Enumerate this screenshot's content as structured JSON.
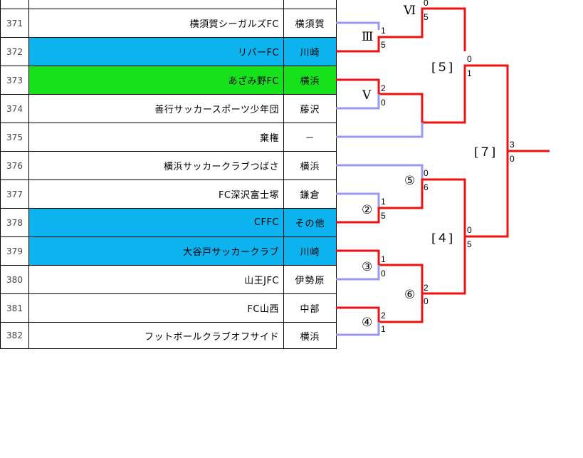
{
  "rows": [
    {
      "no": "371",
      "team": "横須賀シーガルズFC",
      "area": "横須賀",
      "color": "#ffffff"
    },
    {
      "no": "372",
      "team": "リバーFC",
      "area": "川崎",
      "color": "#0cb3ee"
    },
    {
      "no": "373",
      "team": "あざみ野FC",
      "area": "横浜",
      "color": "#15e21a"
    },
    {
      "no": "374",
      "team": "善行サッカースポーツ少年団",
      "area": "藤沢",
      "color": "#ffffff"
    },
    {
      "no": "375",
      "team": "棄権",
      "area": "－",
      "color": "#ffffff"
    },
    {
      "no": "376",
      "team": "横浜サッカークラブつばさ",
      "area": "横浜",
      "color": "#ffffff"
    },
    {
      "no": "377",
      "team": "FC深沢富士塚",
      "area": "鎌倉",
      "color": "#ffffff"
    },
    {
      "no": "378",
      "team": "CFFC",
      "area": "その他",
      "color": "#0cb3ee"
    },
    {
      "no": "379",
      "team": "大谷戸サッカークラブ",
      "area": "川崎",
      "color": "#0cb3ee"
    },
    {
      "no": "380",
      "team": "山王JFC",
      "area": "伊勢原",
      "color": "#ffffff"
    },
    {
      "no": "381",
      "team": "FC山西",
      "area": "中部",
      "color": "#ffffff"
    },
    {
      "no": "382",
      "team": "フットボールクラブオフサイド",
      "area": "横浜",
      "color": "#ffffff"
    }
  ],
  "bracket": {
    "colors": {
      "win": "#ee1111",
      "lose": "#9999ee"
    },
    "matches": {
      "III": {
        "label": "Ⅲ",
        "top": "1",
        "bottom": "5"
      },
      "V": {
        "label": "Ⅴ",
        "top": "2",
        "bottom": "0"
      },
      "VI": {
        "label": "Ⅵ",
        "top": "0",
        "bottom": "5"
      },
      "m5": {
        "label": "[５]",
        "top": "0",
        "bottom": "1"
      },
      "m7": {
        "label": "[７]",
        "top": "3",
        "bottom": "0"
      },
      "c2": {
        "label": "②",
        "top": "1",
        "bottom": "5"
      },
      "c5": {
        "label": "⑤",
        "top": "0",
        "bottom": "6"
      },
      "c3": {
        "label": "③",
        "top": "1",
        "bottom": "0"
      },
      "c4": {
        "label": "④",
        "top": "2",
        "bottom": "1"
      },
      "c6": {
        "label": "⑥",
        "top": "2",
        "bottom": "0"
      },
      "m4": {
        "label": "[４]",
        "top": "0",
        "bottom": "5"
      }
    }
  }
}
